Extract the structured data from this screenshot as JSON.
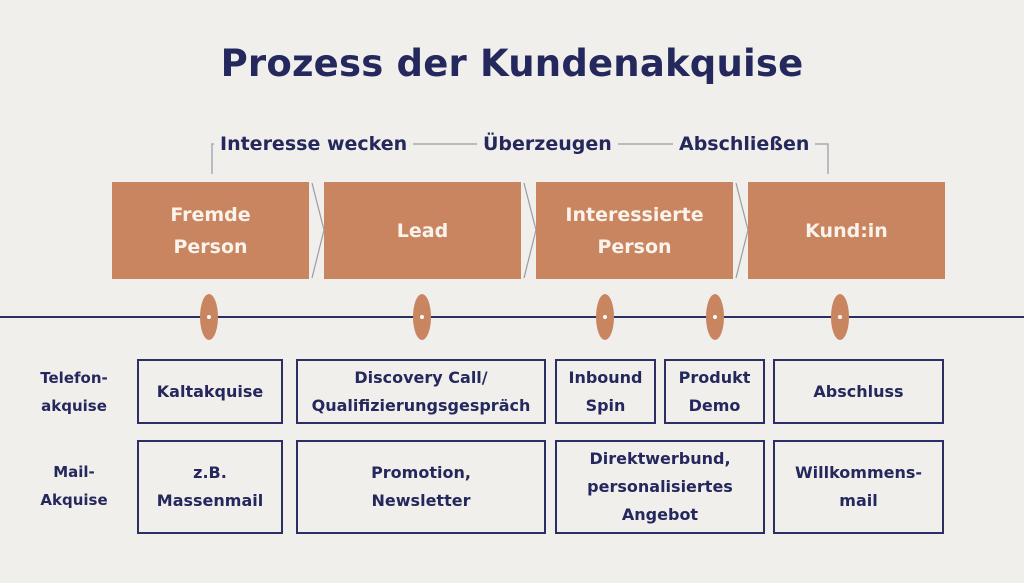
{
  "title": "Prozess der Kundenakquise",
  "phases": [
    "Interesse wecken",
    "Überzeugen",
    "Abschließen"
  ],
  "stages": [
    "Fremde\nPerson",
    "Lead",
    "Interessierte\nPerson",
    "Kund:in"
  ],
  "rows": [
    {
      "label": "Telefon-\nakquise",
      "cells": [
        "Kaltakquise",
        "Discovery Call/\nQualifizierungsgespräch",
        "Inbound\nSpin",
        "Produkt\nDemo",
        "Abschluss"
      ]
    },
    {
      "label": "Mail-\nAkquise",
      "cells": [
        "z.B.\nMassenmail",
        "Promotion,\nNewsletter",
        "Direktwerbund,\npersonalisiertes\nAngebot",
        "Willkommens-\nmail"
      ]
    }
  ],
  "colors": {
    "accent": "#c98460",
    "navy": "#24285c",
    "background": "#f1efec"
  }
}
